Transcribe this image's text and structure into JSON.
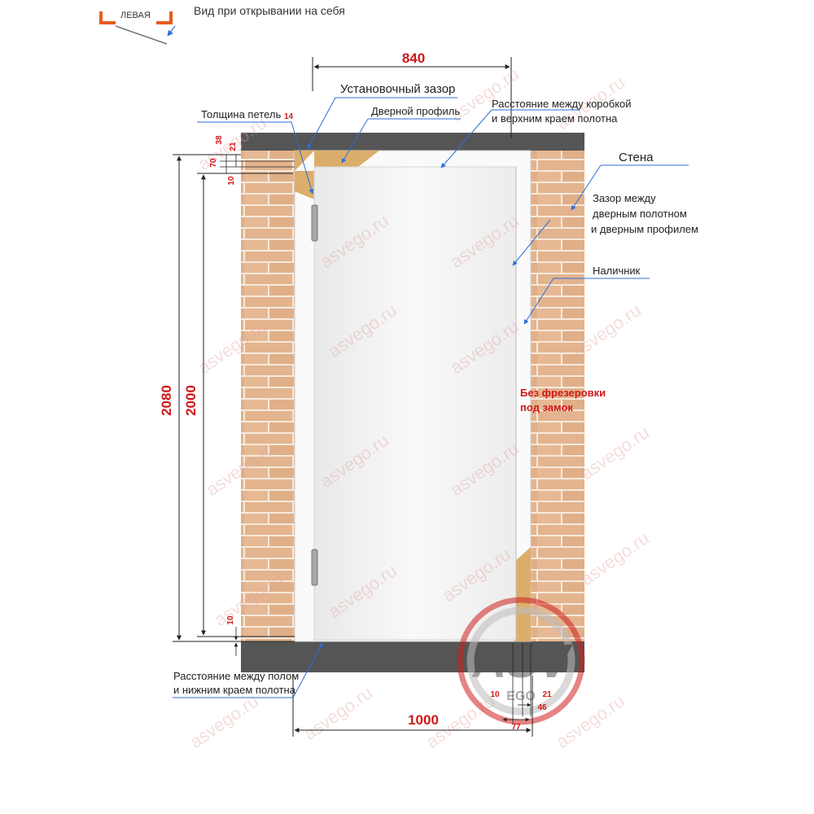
{
  "legend": {
    "side_label": "ЛЕВАЯ",
    "view_label": "Вид при открывании на себя"
  },
  "dimensions": {
    "width_leaf": "840",
    "width_total": "1000",
    "height_total": "2080",
    "height_leaf": "2000",
    "top_38": "38",
    "top_21": "21",
    "top_70": "70",
    "top_10": "10",
    "bottom_10": "10",
    "casing_10": "10",
    "casing_21": "21",
    "casing_46": "46",
    "casing_77": "77"
  },
  "labels": {
    "install_gap": "Установочный зазор",
    "hinge_thickness": "Толщина петель",
    "hinge_thickness_value": "14",
    "door_profile": "Дверной профиль",
    "top_gap_line1": "Расстояние между коробкой",
    "top_gap_line2": "и верхним краем полотна",
    "wall": "Стена",
    "leaf_gap_line1": "Зазор между",
    "leaf_gap_line2": "дверным полотном",
    "leaf_gap_line3": "и дверным профилем",
    "casing": "Наличник",
    "no_lock_line1": "Без фрезеровки",
    "no_lock_line2": "под замок",
    "floor_gap_line1": "Расстояние между полом",
    "floor_gap_line2": "и нижним краем полотна"
  },
  "watermark": {
    "text": "asvego.ru",
    "logo_text": "ASV",
    "logo_sub": "EGO"
  },
  "colors": {
    "brick": "#e3b48e",
    "mortar": "#f6e9dc",
    "wall_dark": "#555555",
    "wood": "#dcae6c",
    "leaf": "#f4f4f4",
    "dim_red": "#d01818",
    "leader_blue": "#2a6fd6",
    "legend_orange": "#e85c1e"
  }
}
